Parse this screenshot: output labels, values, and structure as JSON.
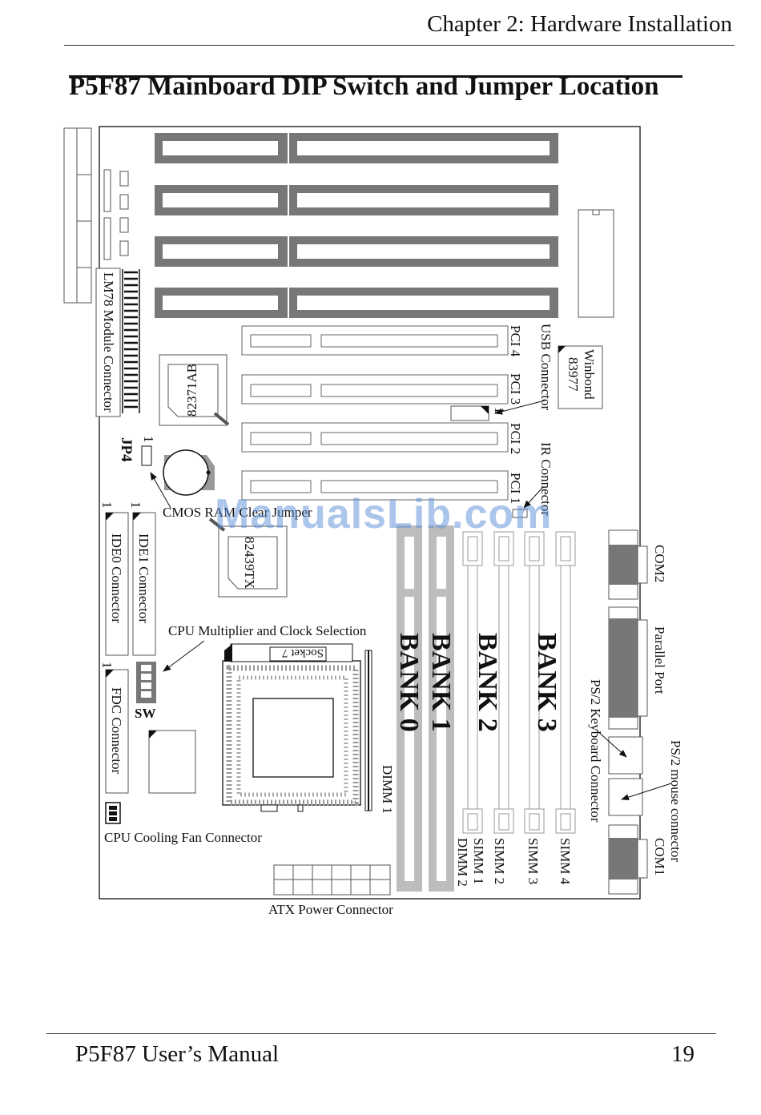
{
  "header": {
    "chapter": "Chapter 2: Hardware Installation",
    "title": "P5F87 Mainboard DIP Switch and Jumper Location"
  },
  "diagram": {
    "labels": {
      "lm78": "LM78 Module Connector",
      "usb": "USB Connector",
      "winbond_1": "Winbond",
      "winbond_2": "83977",
      "pci4": "PCI 4",
      "pci3": "PCI 3",
      "pci2": "PCI 2",
      "pci1": "PCI 1",
      "ir": "IR Connector",
      "chip_82371": "82371AB",
      "jp4": "JP4",
      "cmos": "CMOS RAM Clear Jumper",
      "chip_82439": "82439TX",
      "ide0": "IDE0 Connector",
      "ide1": "IDE1 Connector",
      "cpu_mult": "CPU Multiplier and Clock Selection",
      "socket": "Socket 7",
      "sw": "SW",
      "fdc": "FDC Connector",
      "cpu_fan": "CPU Cooling Fan Connector",
      "atx": "ATX Power Connector",
      "bank0": "BANK 0",
      "bank1": "BANK 1",
      "bank2": "BANK 2",
      "bank3": "BANK 3",
      "dimm1": "DIMM 1",
      "dimm2": "DIMM 2",
      "simm1": "SIMM 1",
      "simm2": "SIMM 2",
      "simm3": "SIMM 3",
      "simm4": "SIMM 4",
      "com2": "COM2",
      "com1": "COM1",
      "parallel": "Parallel Port",
      "ps2_kbd": "PS/2 Keyboard Connector",
      "ps2_mouse": "PS/2 mouse connector",
      "pin1": "1"
    }
  },
  "watermark": "ManualsLib.com",
  "footer": {
    "manual": "P5F87 User’s Manual",
    "page": "19"
  },
  "colors": {
    "slot_gray": "#777777",
    "bank_gray": "#bdbdbd",
    "watermark_blue": "#5a8cd7"
  }
}
